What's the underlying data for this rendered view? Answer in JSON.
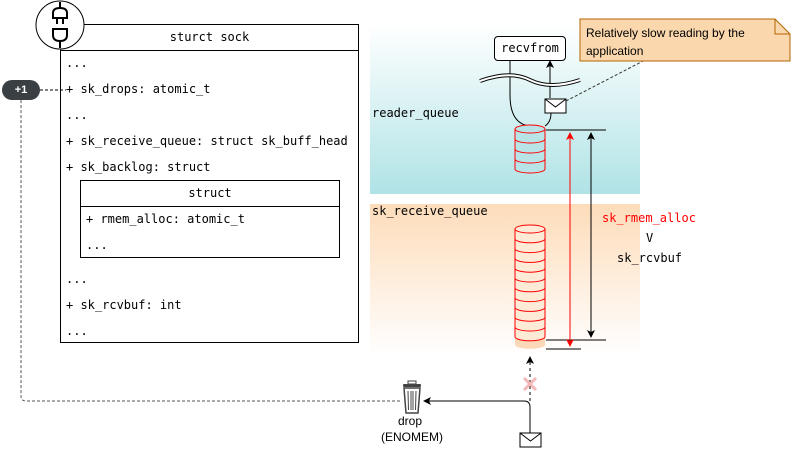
{
  "sock_struct": {
    "title": "sturct sock",
    "fields": [
      "...",
      "+ sk_drops: atomic_t",
      "...",
      "+ sk_receive_queue: struct sk_buff_head",
      "+ sk_backlog: struct",
      "...",
      "+ sk_rcvbuf: int",
      "..."
    ],
    "nested": {
      "title": "struct",
      "fields": [
        "+ rmem_alloc: atomic_t",
        "..."
      ]
    }
  },
  "badge": {
    "label": "+1"
  },
  "regions": {
    "reader_queue": "reader_queue",
    "sk_receive_queue": "sk_receive_queue"
  },
  "recvfrom": {
    "label": "recvfrom"
  },
  "note": {
    "text": "Relatively slow reading by the application"
  },
  "comparison": {
    "lhs": "sk_rmem_alloc",
    "op": "V",
    "rhs": "sk_rcvbuf"
  },
  "drop": {
    "label": "drop",
    "reason": "(ENOMEM)"
  },
  "colors": {
    "accent_red": "#ff0000",
    "reader_queue_bg": "#b0e3e6",
    "receive_queue_bg": "#fddcba",
    "note_fill": "#fad7ac",
    "note_stroke": "#b46504",
    "badge_bg": "#3a3f44"
  }
}
